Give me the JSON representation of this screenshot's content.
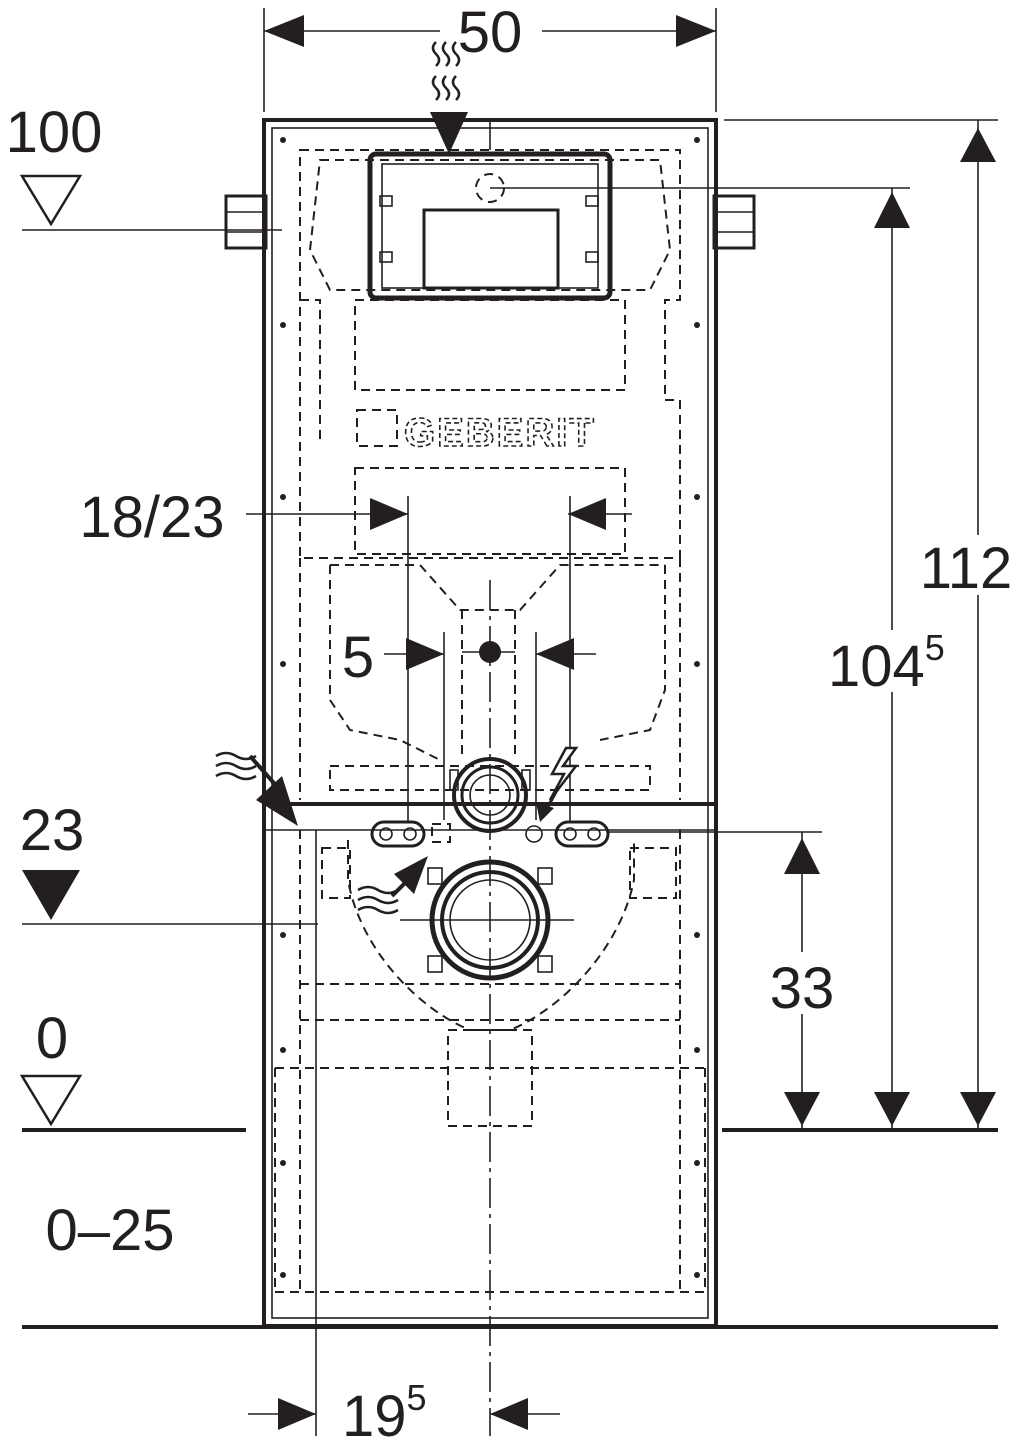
{
  "dimensions": {
    "width": "50",
    "height_total": "112",
    "flush_plate_height_main": "104",
    "flush_plate_height_sup": "5",
    "level_top": "100",
    "level_supply": "23",
    "level_floor": "0",
    "floor_range": "0–25",
    "rod_spacing": "18/23",
    "offset_small": "5",
    "drain_height": "33",
    "supply_offset_main": "19",
    "supply_offset_sup": "5"
  },
  "logo": "GEBERIT",
  "icons": {
    "water_top": "water-inlet-icon",
    "water_left": "water-supply-icon",
    "water_drain": "water-drain-icon",
    "electric": "lightning-bolt-icon"
  }
}
